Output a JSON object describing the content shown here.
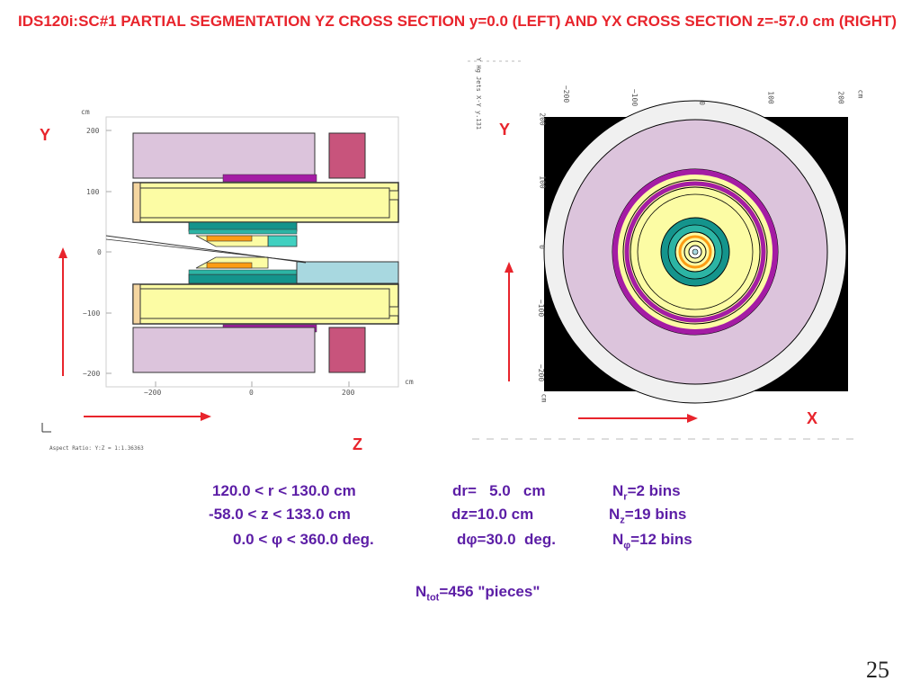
{
  "title": "IDS120i:SC#1 PARTIAL SEGMENTATION YZ CROSS SECTION y=0.0 (LEFT) AND YX CROSS SECTION z=-57.0 cm (RIGHT)",
  "left_plot": {
    "unit": "cm",
    "y_ticks": [
      "200",
      "100",
      "0",
      "−100",
      "−200"
    ],
    "x_ticks": [
      "−200",
      "0",
      "200"
    ],
    "x_unit": "cm",
    "axis_y_label": "Y",
    "axis_z_label": "Z",
    "aspect_ratio": "Aspect Ratio: Y:Z = 1:1.36363"
  },
  "right_plot": {
    "unit": "cm",
    "x_ticks": [
      "−200",
      "−100",
      "0",
      "100",
      "200"
    ],
    "y_ticks": [
      "200",
      "100",
      "0",
      "−100",
      "−200"
    ],
    "axis_y_label": "Y",
    "axis_x_label": "X",
    "vertical_caption": "Y Hg Jets X-Y y.131"
  },
  "params": {
    "row1": {
      "range": "120.0 < r < 130.0 cm",
      "step": "dr=   5.0   cm",
      "bins_prefix": "N",
      "bins_sub": "r",
      "bins_value": "=2 bins"
    },
    "row2": {
      "range": "-58.0 < z < 133.0 cm",
      "step": "dz=10.0 cm",
      "bins_prefix": "N",
      "bins_sub": "z",
      "bins_value": "=19 bins"
    },
    "row3": {
      "range": "0.0 < φ < 360.0 deg.",
      "step": "dφ=30.0  deg.",
      "bins_prefix": "N",
      "bins_sub": "φ",
      "bins_value": "=12 bins"
    },
    "total_prefix": "N",
    "total_sub": "tot",
    "total_value": "=456 \"pieces\""
  },
  "page_number": "25",
  "colors": {
    "title": "#e8242c",
    "params": "#5c1ea6",
    "lilac": "#dcc4dc",
    "yellow": "#fcfca4",
    "teal": "#14948c",
    "magenta": "#a41ca4",
    "rose": "#c8547c",
    "lightblue": "#a8d8e0",
    "orange": "#fc9c14",
    "arrow": "#e8242c"
  }
}
